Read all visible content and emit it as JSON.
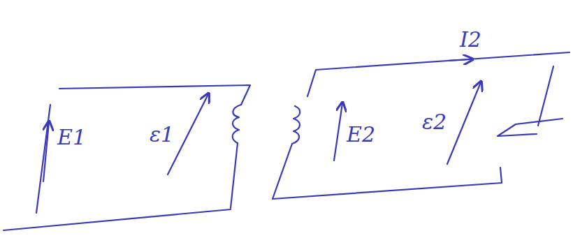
{
  "diagram": {
    "labels": [
      "E1",
      "ε1",
      "E2",
      "ε2",
      "I2"
    ]
  }
}
